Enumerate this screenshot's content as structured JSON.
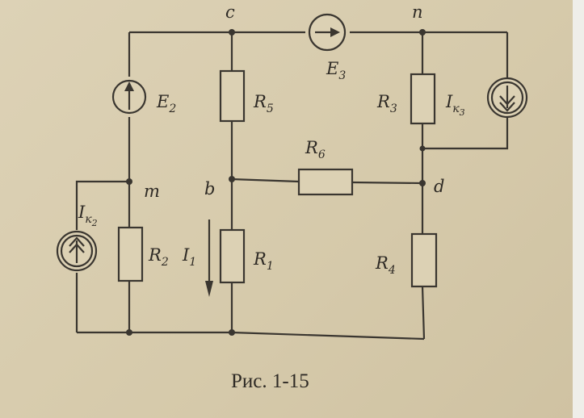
{
  "figure": {
    "caption": "Рис. 1-15",
    "nodes": {
      "c": "c",
      "n": "n",
      "m": "m",
      "b": "b",
      "d": "d"
    },
    "labels": {
      "E2": {
        "main": "E",
        "sub": "2"
      },
      "E3": {
        "main": "E",
        "sub": "3"
      },
      "R1": {
        "main": "R",
        "sub": "1"
      },
      "R2": {
        "main": "R",
        "sub": "2"
      },
      "R3": {
        "main": "R",
        "sub": "3"
      },
      "R4": {
        "main": "R",
        "sub": "4"
      },
      "R5": {
        "main": "R",
        "sub": "5"
      },
      "R6": {
        "main": "R",
        "sub": "6"
      },
      "I1": {
        "main": "I",
        "sub": "1"
      },
      "Ik2": {
        "main": "I",
        "sub": "к",
        "sub2": "2"
      },
      "Ik3": {
        "main": "I",
        "sub": "к",
        "sub2": "3"
      }
    }
  }
}
